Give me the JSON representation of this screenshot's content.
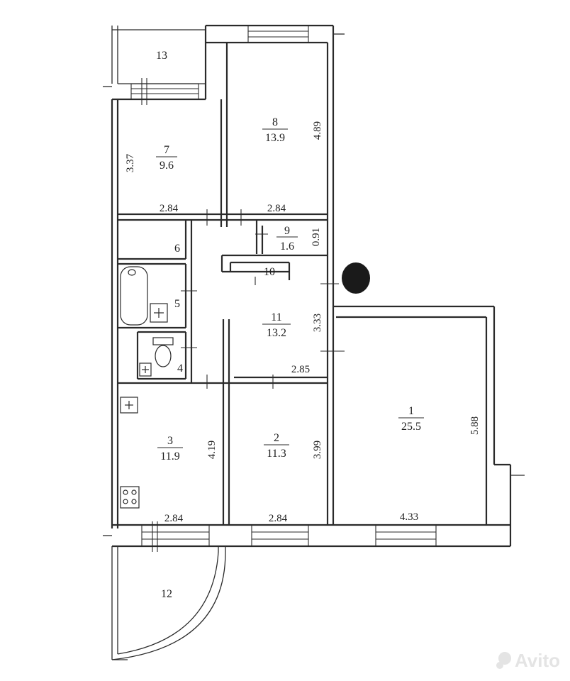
{
  "rooms": [
    {
      "id": "r1",
      "number": "1",
      "area": "25.5"
    },
    {
      "id": "r2",
      "number": "2",
      "area": "11.3"
    },
    {
      "id": "r3",
      "number": "3",
      "area": "11.9"
    },
    {
      "id": "r4",
      "number": "4"
    },
    {
      "id": "r5",
      "number": "5"
    },
    {
      "id": "r6",
      "number": "6"
    },
    {
      "id": "r7",
      "number": "7",
      "area": "9.6"
    },
    {
      "id": "r8",
      "number": "8",
      "area": "13.9"
    },
    {
      "id": "r9",
      "number": "9",
      "area": "1.6"
    },
    {
      "id": "r10",
      "number": "10"
    },
    {
      "id": "r11",
      "number": "11",
      "area": "13.2"
    },
    {
      "id": "r12",
      "number": "12"
    },
    {
      "id": "r13",
      "number": "13"
    }
  ],
  "dimensions": {
    "room7_height": "3.37",
    "room7_width": "2.84",
    "room8_height": "4.89",
    "room8_width": "2.84",
    "room9_height": "0.91",
    "room11_height": "3.33",
    "room11_width": "2.85",
    "room3_height": "4.19",
    "room3_width": "2.84",
    "room2_height": "3.99",
    "room2_width": "2.84",
    "room1_height": "5.88",
    "room1_width": "4.33"
  },
  "watermark": "Avito"
}
